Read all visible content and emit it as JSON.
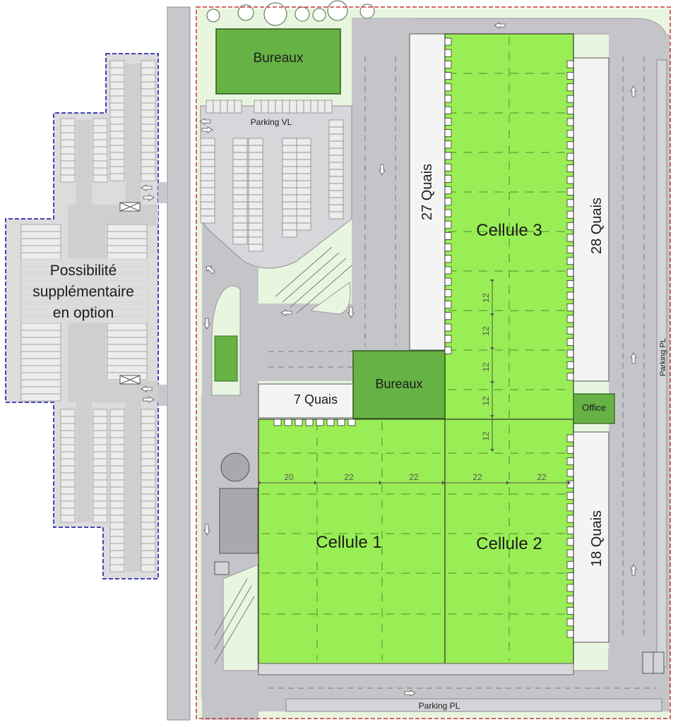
{
  "labels": {
    "bureaux_top": "Bureaux",
    "parking_vl": "Parking VL",
    "option_line1": "Possibilité",
    "option_line2": "supplémentaire",
    "option_line3": "en option",
    "quais_27": "27 Quais",
    "cellule_3": "Cellule 3",
    "quais_28": "28 Quais",
    "parking_pl_right": "Parking PL",
    "bureaux_mid": "Bureaux",
    "quais_7": "7 Quais",
    "office": "Office",
    "cellule_1": "Cellule 1",
    "cellule_2": "Cellule 2",
    "quais_18": "18 Quais",
    "parking_pl_bottom": "Parking PL"
  },
  "dimensions": {
    "horizontal": [
      "20",
      "22",
      "22",
      "22",
      "22"
    ],
    "vertical": [
      "12",
      "12",
      "12",
      "12",
      "12"
    ]
  },
  "colors": {
    "building": "#99ee55",
    "offices": "#66b245",
    "road": "#c5c5c9",
    "parking": "#dcdcdc",
    "grass": "#e9f6df",
    "site_boundary": "#cc3333",
    "option_boundary": "#4444bb"
  }
}
